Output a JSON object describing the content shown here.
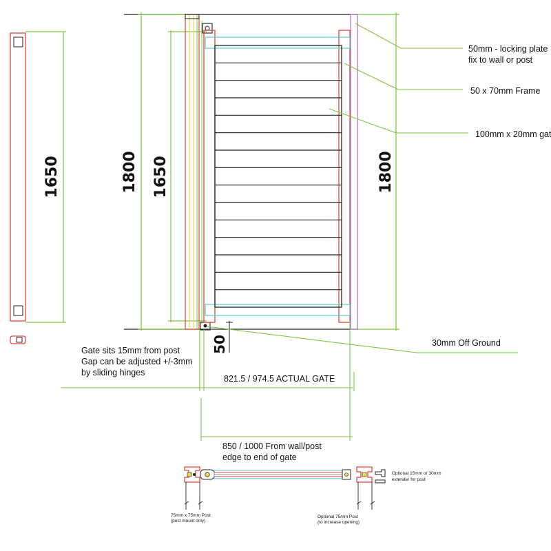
{
  "colors": {
    "frame": "#e0453a",
    "dimension": "#7cc242",
    "slat": "#222222",
    "rail": "#5bc8d8",
    "post_yellow": "#e8d94a",
    "plate": "#b06cc8",
    "ground": "#222222"
  },
  "dimensions": {
    "side_height": "1650",
    "gate_height_left": "1800",
    "gate_inner_height": "1650",
    "gate_height_right": "1800",
    "ground_gap": "50"
  },
  "callouts": {
    "locking_plate_line1": "50mm - locking plate",
    "locking_plate_line2": "fix to wall or post",
    "frame": "50 x 70mm Frame",
    "slats": "100mm x 20mm gat",
    "off_ground": "30mm Off Ground"
  },
  "notes": {
    "gap_line1": "Gate sits 15mm from post",
    "gap_line2": "Gap can be adjusted +/-3mm",
    "gap_line3": "by sliding hinges",
    "actual_gate": "821.5 / 974.5 ACTUAL GATE",
    "overall_line1": "850 / 1000  From wall/post",
    "overall_line2": "edge to end of gate"
  },
  "plan_view": {
    "post_label_line1": "75mm x 75mm Post",
    "post_label_line2": "(post mount only)",
    "optional_post_line1": "Optional 75mm Post",
    "optional_post_line2": "(to increase opening)",
    "extender_line1": "Optional 15mm or 30mm",
    "extender_line2": "extender for post"
  },
  "slat_count": 15
}
